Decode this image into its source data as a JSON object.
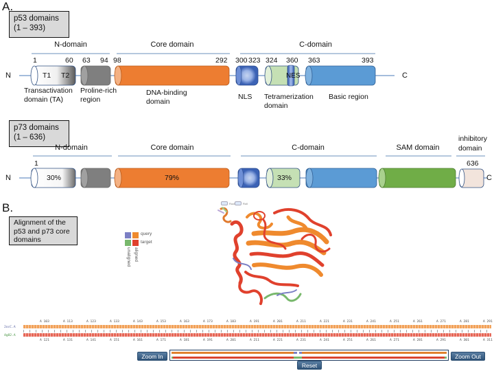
{
  "panel_a": {
    "letter": "A.",
    "p53": {
      "title_line1": "p53 domains",
      "title_line2": "(1 – 393)",
      "regions": {
        "n": "N-domain",
        "core": "Core domain",
        "c": "C-domain"
      },
      "terminus_n": "N",
      "terminus_c": "C",
      "positions": [
        "1",
        "60",
        "63",
        "94",
        "98",
        "292",
        "300",
        "323",
        "324",
        "360",
        "363",
        "393"
      ],
      "inner_labels": {
        "t1": "T1",
        "t2": "T2",
        "nes": "NES"
      },
      "domains": [
        {
          "name": "Transactivation domain (TA)",
          "line1": "Transactivation",
          "line2": "domain (TA)",
          "color": "#ffffff"
        },
        {
          "name": "Proline-rich region",
          "line1": "Proline-rich",
          "line2": "region",
          "color": "#808080"
        },
        {
          "name": "DNA-binding domain",
          "line1": "DNA-binding",
          "line2": "domain",
          "color": "#ed7d31"
        },
        {
          "name": "NLS",
          "line1": "NLS",
          "line2": "",
          "color": "#4472c4"
        },
        {
          "name": "Tetramerization domain",
          "line1": "Tetramerization",
          "line2": "domain",
          "color": "#c5e0b4"
        },
        {
          "name": "Basic region",
          "line1": "Basic region",
          "line2": "",
          "color": "#5b9bd5"
        }
      ]
    },
    "p73": {
      "title_line1": "p73 domains",
      "title_line2": "(1 – 636)",
      "regions": {
        "n": "N-domain",
        "core": "Core domain",
        "c": "C-domain",
        "sam": "SAM domain",
        "inhib_line1": "inhibitory",
        "inhib_line2": "domain"
      },
      "terminus_n": "N",
      "terminus_c": "C",
      "positions": [
        "1",
        "636"
      ],
      "identity": {
        "ta": "30%",
        "core": "79%",
        "tet": "33%"
      },
      "colors": {
        "sam": "#70ad47",
        "inhib": "#f2e4dc"
      }
    }
  },
  "panel_b": {
    "letter": "B.",
    "title_line1": "Alignment of the",
    "title_line2": "p53 and p73 core",
    "title_line3": "domains",
    "viewer_toggles": [
      "Rock",
      "Roll"
    ],
    "legend": {
      "rows": [
        "query",
        "target"
      ],
      "cols": [
        "unaligned",
        "aligned"
      ],
      "colors": {
        "query_unaligned": "#7b7fc4",
        "query_aligned": "#ef8a2e",
        "target_unaligned": "#78b86c",
        "target_aligned": "#e0412d"
      }
    },
    "alignment": {
      "query_id": "2ocC.A",
      "target_id": "4g82.A",
      "query_ruler": [
        "103",
        "113",
        "123",
        "133",
        "143",
        "153",
        "163",
        "173",
        "183",
        "191",
        "201",
        "211",
        "221",
        "231",
        "241",
        "251",
        "261",
        "271",
        "281",
        "291"
      ],
      "target_ruler": [
        "121",
        "131",
        "141",
        "151",
        "161",
        "171",
        "181",
        "191",
        "201",
        "211",
        "221",
        "231",
        "241",
        "251",
        "261",
        "271",
        "281",
        "291",
        "301",
        "311"
      ]
    },
    "controls": {
      "zoom_in": "Zoom In",
      "zoom_out": "Zoom Out",
      "reset": "Reset"
    }
  }
}
